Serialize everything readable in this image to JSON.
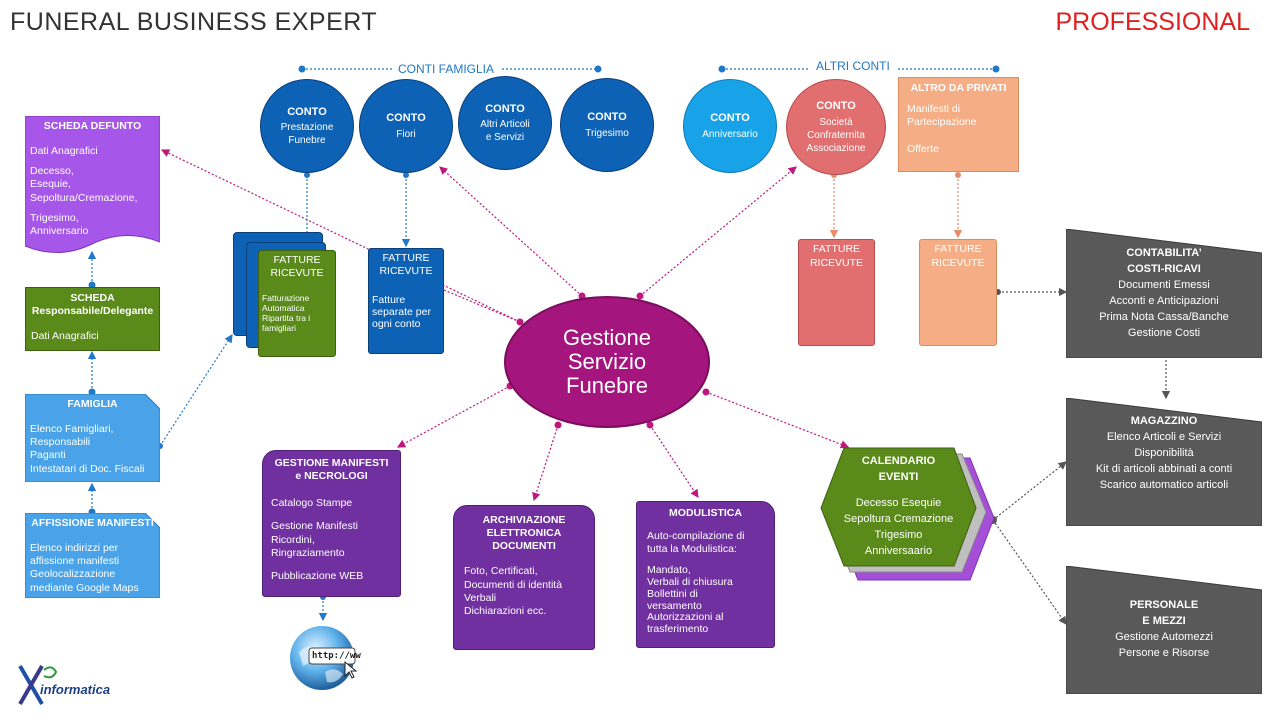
{
  "header": {
    "title": "FUNERAL BUSINESS EXPERT",
    "edition": "PROFESSIONAL"
  },
  "groups": {
    "family": "CONTI FAMIGLIA",
    "other": "ALTRI CONTI"
  },
  "accounts": [
    {
      "head": "CONTO",
      "text": "Prestazione\nFunebre",
      "color": "#0d62b5"
    },
    {
      "head": "CONTO",
      "text": "Fiori",
      "color": "#0d62b5"
    },
    {
      "head": "CONTO",
      "text": "Altri Articoli\ne Servizi",
      "color": "#0d62b5"
    },
    {
      "head": "CONTO",
      "text": "Trigesimo",
      "color": "#0d62b5"
    },
    {
      "head": "CONTO",
      "text": "Anniversario",
      "color": "#18a3e8"
    },
    {
      "head": "CONTO",
      "text": "Società\nConfraternita\nAssociazione",
      "color": "#e16f6f"
    }
  ],
  "private": {
    "head": "ALTRO DA PRIVATI",
    "lines": "Manifesti di\nPartecipazione\n\nOfferte",
    "color": "#f4ad84"
  },
  "invoices": {
    "received_family": "FATTURE\nRICEVUTE",
    "received_family_note": "Fatturazione\nAutomatica\nRipartita tra i\nfamigliari",
    "separate": "FATTURE\nRICEVUTE",
    "separate_note": "Fatture\nseparate per\nogni conto",
    "received_assoc": "FATTURE\nRICEVUTE",
    "received_private": "FATTURE\nRICEVUTE"
  },
  "left": {
    "scheda_defunto": {
      "head": "SCHEDA DEFUNTO",
      "lines": [
        "Dati Anagrafici",
        "Decesso,\nEsequie,\nSepoltura/Cremazione,",
        "Trigesimo,\nAnniversario"
      ]
    },
    "scheda_responsabile": {
      "head": "SCHEDA\nResponsabile/Delegante",
      "lines": [
        "Dati Anagrafici"
      ]
    },
    "famiglia": {
      "head": "FAMIGLIA",
      "lines": [
        "Elenco Famigliari,\nResponsabili\nPaganti\nIntestatari di Doc. Fiscali"
      ]
    },
    "affissione": {
      "head": "AFFISSIONE MANIFESTI",
      "lines": [
        "Elenco indirizzi per\naffissione manifesti\nGeolocalizzazione\nmediante Google Maps"
      ]
    }
  },
  "hub": {
    "text": "Gestione\nServizio\nFunebre"
  },
  "modules": {
    "manifesti": {
      "head": "GESTIONE MANIFESTI\ne NECROLOGI",
      "lines": [
        "Catalogo Stampe",
        "Gestione Manifesti\nRicordini,\nRingraziamento",
        "Pubblicazione  WEB"
      ]
    },
    "archiviazione": {
      "head": "ARCHIVIAZIONE\nELETTRONICA\nDOCUMENTI",
      "lines": [
        "Foto, Certificati,\nDocumenti di identità\nVerbali\nDichiarazioni ecc."
      ]
    },
    "modulistica": {
      "head": "MODULISTICA",
      "lines": [
        "Auto-compilazione di\ntutta la Modulistica:",
        "Mandato,\nVerbali di chiusura\nBollettini di\nversamento\nAutorizzazioni al\ntrasferimento"
      ]
    },
    "calendario": {
      "head": "CALENDARIO\nEVENTI",
      "lines": [
        "Decesso Esequie\nSepoltura Cremazione\nTrigesimo\nAnniversaario"
      ]
    }
  },
  "right": {
    "contabilita": {
      "head": "CONTABILITA’\nCOSTI-RICAVI",
      "lines": "Documenti Emessi\nAcconti e Anticipazioni\nPrima Nota Cassa/Banche\nGestione Costi"
    },
    "magazzino": {
      "head": "MAGAZZINO",
      "lines": "Elenco Articoli e Servizi\nDisponibilità\nKit di articoli abbinati a conti\nScarico automatico articoli"
    },
    "personale": {
      "head": "PERSONALE\nE MEZZI",
      "lines": "Gestione Automezzi\nPersone e Risorse"
    }
  },
  "globe": {
    "url_text": "http://ww"
  },
  "logo": {
    "mark": "XP",
    "word": "informatica"
  }
}
